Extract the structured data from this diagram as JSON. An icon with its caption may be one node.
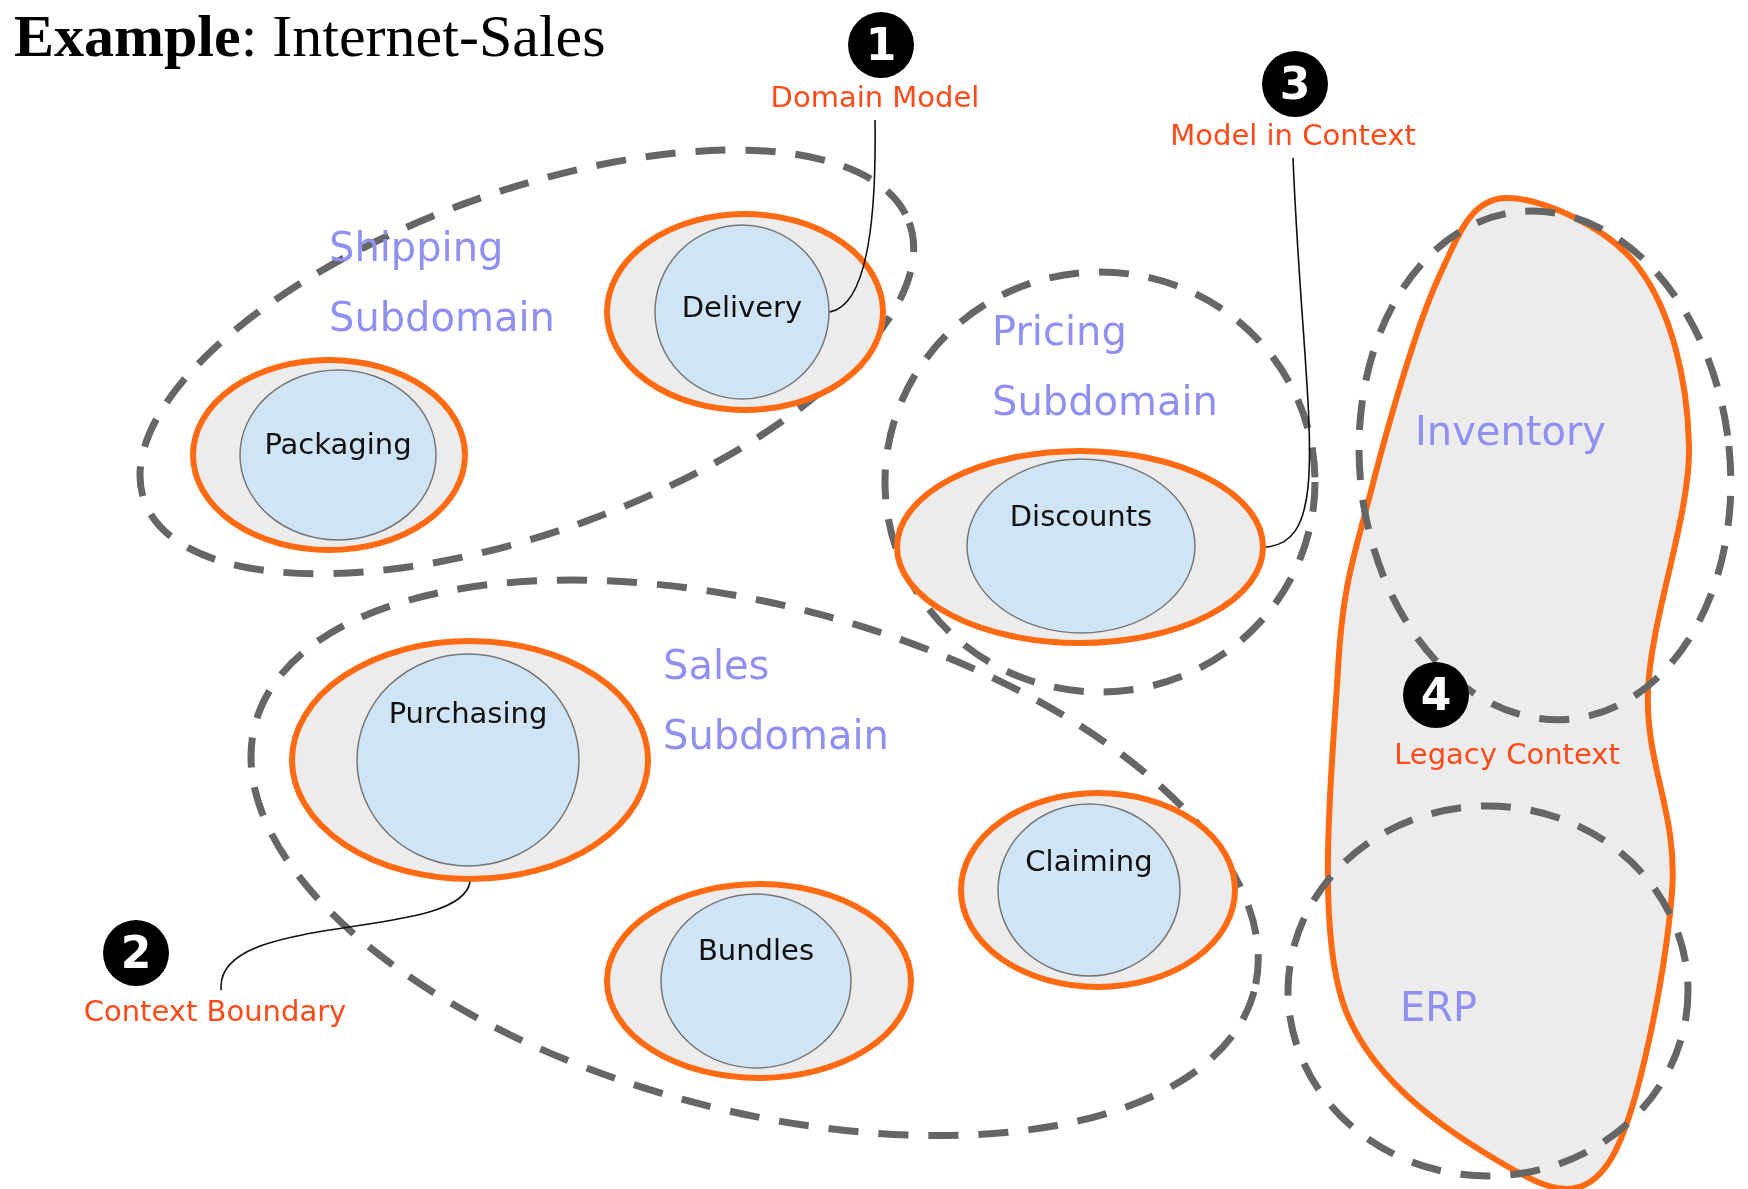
{
  "diagram": {
    "title": "**Example**: Internet-Sales",
    "nodes": [
      {
        "text": [
          "Shipping Subdomain"
        ]
      },
      {
        "text": [
          "Packaging"
        ],
        "in": 0
      },
      {
        "text": [
          "Delivery"
        ],
        "in": 0
      },
      {
        "text": [
          "Domain Model"
        ]
      },
      {
        "text": [
          "Model in Context"
        ]
      },
      {
        "text": [
          "Pricing Subdomain"
        ]
      },
      {
        "text": [
          "Discounts"
        ],
        "in": 5
      },
      {
        "text": [],
        "shape": "blob"
      },
      {
        "text": [
          "Inventory"
        ]
      },
      {
        "text": [
          "Sales Subdomain"
        ]
      },
      {
        "text": [
          "Purchasing"
        ],
        "in": 9
      },
      {
        "text": [
          "Claiming"
        ],
        "in": 9
      },
      {
        "text": [
          "Bundles"
        ],
        "in": 9
      },
      {
        "text": [
          "ERP"
        ]
      },
      {
        "text": [
          "Context Boundary"
        ]
      }
    ],
    "edges": [
      {
        "from": 3,
        "to": 2,
        "arrow": "none"
      },
      {
        "from": 4,
        "to": 6,
        "arrow": "none"
      },
      {
        "from": 14,
        "to": 10,
        "arrow": "none"
      }
    ],
    "labels": [
      "1",
      "3",
      "4",
      "Legacy Context",
      "2"
    ]
  }
}
